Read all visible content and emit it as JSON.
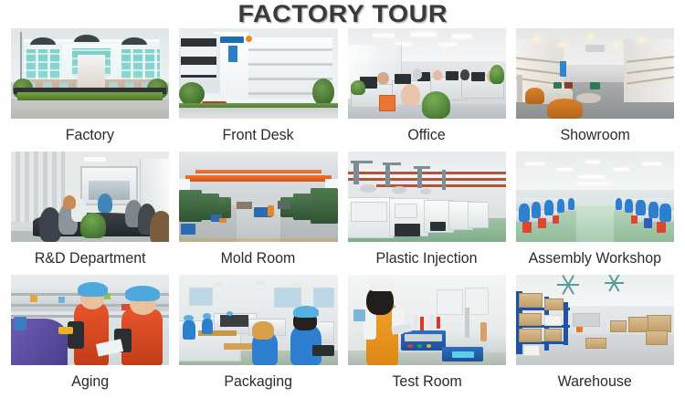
{
  "header": {
    "title": "FACTORY TOUR"
  },
  "gallery": {
    "columns": 4,
    "rows": 3,
    "items": [
      {
        "id": "factory",
        "label": "Factory",
        "scene": "exterior-office-building"
      },
      {
        "id": "front-desk",
        "label": "Front Desk",
        "scene": "exterior-white-plant"
      },
      {
        "id": "office",
        "label": "Office",
        "scene": "open-plan-office"
      },
      {
        "id": "showroom",
        "label": "Showroom",
        "scene": "product-showroom"
      },
      {
        "id": "rd-department",
        "label": "R&D Department",
        "scene": "meeting-room-projector"
      },
      {
        "id": "mold-room",
        "label": "Mold Room",
        "scene": "machining-hall-crane"
      },
      {
        "id": "plastic-injection",
        "label": "Plastic Injection",
        "scene": "injection-molding-line"
      },
      {
        "id": "assembly-workshop",
        "label": "Assembly Workshop",
        "scene": "assembly-lines"
      },
      {
        "id": "aging",
        "label": "Aging",
        "scene": "aging-inspection"
      },
      {
        "id": "packaging",
        "label": "Packaging",
        "scene": "packaging-line"
      },
      {
        "id": "test-room",
        "label": "Test Room",
        "scene": "testing-bench"
      },
      {
        "id": "warehouse",
        "label": "Warehouse",
        "scene": "warehouse-racking"
      }
    ]
  },
  "colors": {
    "background": "#ffffff",
    "title_text": "#3a3a3a",
    "caption_text": "#2b2b2b",
    "title_shadow": "#bdbdbd"
  }
}
